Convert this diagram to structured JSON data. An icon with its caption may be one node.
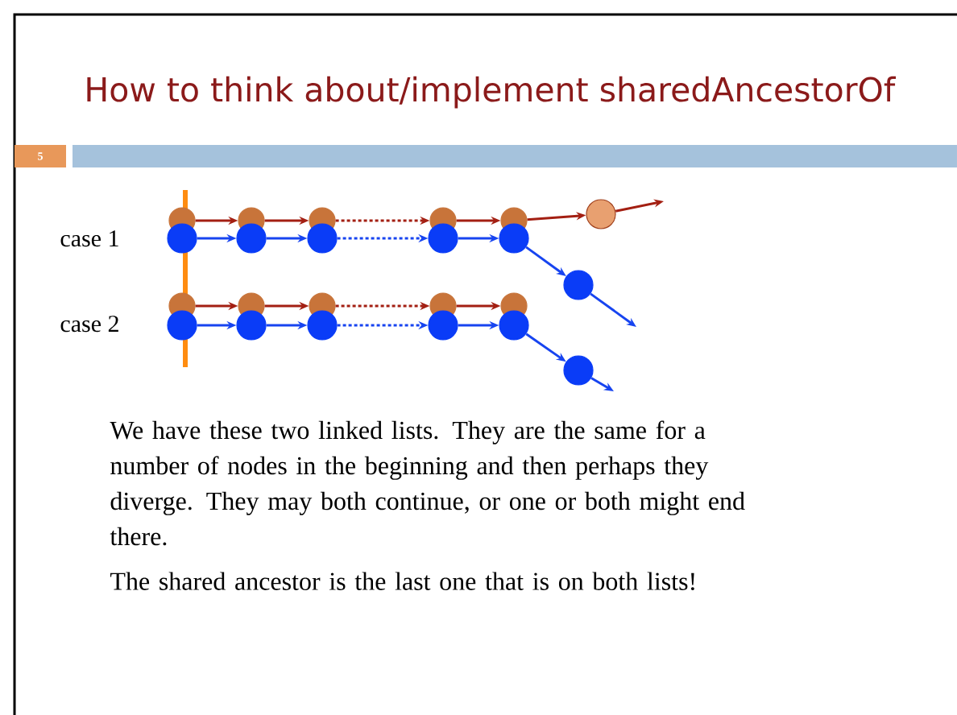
{
  "diagram": {
    "title": "How to think about/implement sharedAncestorOf",
    "nodes": [
      {
        "text": [
          "5"
        ]
      },
      {
        "text": [],
        "shape": "circle"
      },
      {
        "text": [],
        "shape": "circle"
      },
      {
        "text": [],
        "shape": "circle"
      },
      {
        "text": [],
        "shape": "circle"
      },
      {
        "text": [],
        "shape": "circle"
      },
      {
        "text": [],
        "shape": "circle"
      },
      {
        "text": [],
        "shape": "circle"
      },
      {
        "text": [],
        "shape": "circle"
      },
      {
        "text": [],
        "shape": "circle"
      },
      {
        "text": [],
        "shape": "circle"
      },
      {
        "text": [],
        "shape": "circle"
      },
      {
        "text": [],
        "shape": "circle"
      },
      {
        "text": [],
        "shape": "circle"
      },
      {
        "text": [],
        "shape": "circle"
      },
      {
        "text": [],
        "shape": "circle"
      },
      {
        "text": [],
        "shape": "circle"
      },
      {
        "text": [],
        "shape": "circle"
      },
      {
        "text": [],
        "shape": "circle"
      },
      {
        "text": [],
        "shape": "circle"
      },
      {
        "text": [],
        "shape": "circle"
      },
      {
        "text": [],
        "shape": "circle"
      },
      {
        "text": [],
        "shape": "circle"
      },
      {
        "text": [],
        "shape": "circle"
      }
    ],
    "edges": [
      {
        "from": 1,
        "to": 2,
        "arrow": "to",
        "color": "#a31f12"
      },
      {
        "from": 2,
        "to": 3,
        "arrow": "to",
        "color": "#a31f12"
      },
      {
        "from": 3,
        "to": 4,
        "arrow": "to",
        "style": "dashed",
        "color": "#a31f12"
      },
      {
        "from": 4,
        "to": 5,
        "arrow": "to",
        "color": "#a31f12"
      },
      {
        "from": 5,
        "to": 6,
        "arrow": "to",
        "color": "#a31f12"
      },
      {
        "from": 6,
        "to": null,
        "arrow": "to",
        "color": "#a31f12"
      },
      {
        "from": 7,
        "to": 8,
        "arrow": "to",
        "color": "#1744f0"
      },
      {
        "from": 8,
        "to": 9,
        "arrow": "to",
        "color": "#1744f0"
      },
      {
        "from": 9,
        "to": 10,
        "arrow": "to",
        "style": "dashed",
        "color": "#1744f0"
      },
      {
        "from": 10,
        "to": 11,
        "arrow": "to",
        "color": "#1744f0"
      },
      {
        "from": 11,
        "to": 12,
        "arrow": "to",
        "color": "#1744f0"
      },
      {
        "from": 12,
        "to": null,
        "arrow": "to",
        "color": "#1744f0"
      },
      {
        "from": 13,
        "to": 14,
        "arrow": "to",
        "color": "#a31f12"
      },
      {
        "from": 14,
        "to": 15,
        "arrow": "to",
        "color": "#a31f12"
      },
      {
        "from": 15,
        "to": 16,
        "arrow": "to",
        "style": "dashed",
        "color": "#a31f12"
      },
      {
        "from": 16,
        "to": 17,
        "arrow": "to",
        "color": "#a31f12"
      },
      {
        "from": 18,
        "to": 19,
        "arrow": "to",
        "color": "#1744f0"
      },
      {
        "from": 19,
        "to": 20,
        "arrow": "to",
        "color": "#1744f0"
      },
      {
        "from": 20,
        "to": 21,
        "arrow": "to",
        "style": "dashed",
        "color": "#1744f0"
      },
      {
        "from": 21,
        "to": 22,
        "arrow": "to",
        "color": "#1744f0"
      },
      {
        "from": 22,
        "to": 23,
        "arrow": "to",
        "color": "#1744f0"
      },
      {
        "from": 23,
        "to": null,
        "arrow": "to",
        "color": "#1744f0"
      }
    ],
    "labels": [
      "case 1",
      "case 2",
      "We have these two linked lists. They are the same for a number of nodes in the beginning and then perhaps they diverge. They may both continue, or one or both might end there.",
      "The shared ancestor is the last one that is on both lists!"
    ]
  }
}
